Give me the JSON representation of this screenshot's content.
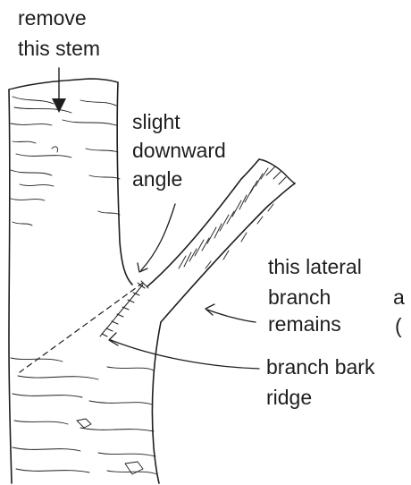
{
  "labels": {
    "remove_line1": "remove",
    "remove_line2": "this stem",
    "slight_line1": "slight",
    "slight_line2": "downward",
    "slight_line3": "angle",
    "lateral_line1": "this lateral",
    "lateral_line2": "branch",
    "lateral_line3": "remains",
    "ridge_line1": "branch bark",
    "ridge_line2": "ridge",
    "cut_edge_1": "a",
    "cut_edge_2": "("
  },
  "colors": {
    "ink": "#1e1e1e",
    "paper": "#ffffff"
  },
  "icons": {
    "arrowhead": "filled-triangle-down"
  }
}
